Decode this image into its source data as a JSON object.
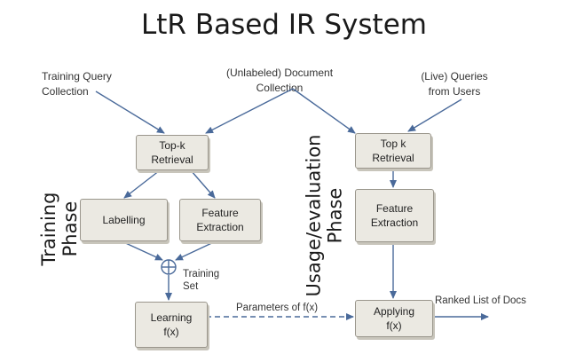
{
  "title": "LtR Based IR System",
  "sources": {
    "training_query": "Training Query\nCollection",
    "document_collection": "(Unlabeled) Document\nCollection",
    "live_queries": "(Live) Queries\nfrom Users"
  },
  "training": {
    "phase_label": "Training\nPhase",
    "topk": "Top-k\nRetrieval",
    "labelling": "Labelling",
    "feature": "Feature\nExtraction",
    "training_set": "Training\nSet",
    "learning": "Learning\nf(x)"
  },
  "usage": {
    "phase_label": "Usage/evaluation\nPhase",
    "topk": "Top k\nRetrieval",
    "feature": "Feature\nExtraction",
    "applying": "Applying\nf(x)",
    "output": "Ranked List of Docs"
  },
  "edges": {
    "parameters": "Parameters of f(x)"
  },
  "colors": {
    "box_fill": "#ebe9e2",
    "arrow": "#4a6a9a"
  }
}
